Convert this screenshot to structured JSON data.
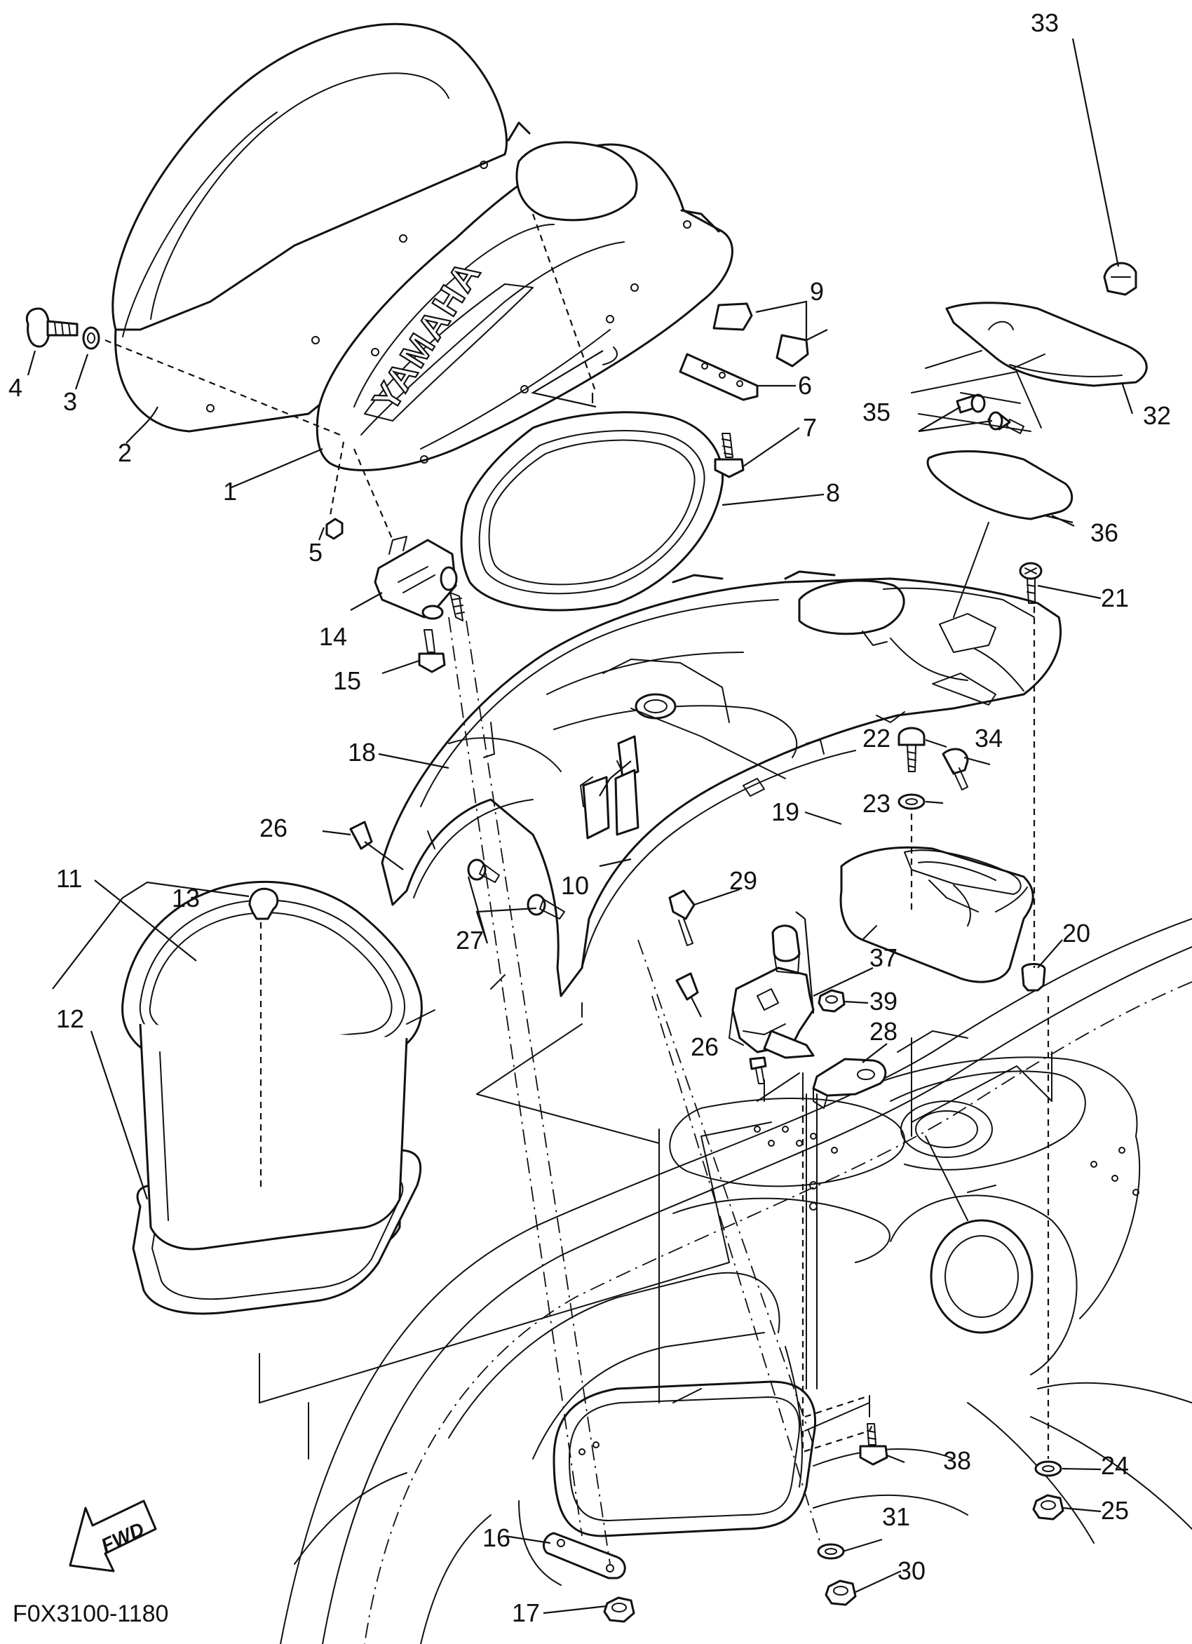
{
  "brand_text": "YAMAHA",
  "fwd_text": "FWD",
  "diagram_code": "F0X3100-1180",
  "callouts": [
    {
      "id": "p1",
      "text": "1"
    },
    {
      "id": "p2",
      "text": "2"
    },
    {
      "id": "p3",
      "text": "3"
    },
    {
      "id": "p4",
      "text": "4"
    },
    {
      "id": "p5",
      "text": "5"
    },
    {
      "id": "p6",
      "text": "6"
    },
    {
      "id": "p7",
      "text": "7"
    },
    {
      "id": "p8",
      "text": "8"
    },
    {
      "id": "p9",
      "text": "9"
    },
    {
      "id": "p10",
      "text": "10"
    },
    {
      "id": "p11",
      "text": "11"
    },
    {
      "id": "p12",
      "text": "12"
    },
    {
      "id": "p13",
      "text": "13"
    },
    {
      "id": "p14",
      "text": "14"
    },
    {
      "id": "p15",
      "text": "15"
    },
    {
      "id": "p16",
      "text": "16"
    },
    {
      "id": "p17",
      "text": "17"
    },
    {
      "id": "p18",
      "text": "18"
    },
    {
      "id": "p19",
      "text": "19"
    },
    {
      "id": "p20",
      "text": "20"
    },
    {
      "id": "p21",
      "text": "21"
    },
    {
      "id": "p22",
      "text": "22"
    },
    {
      "id": "p23",
      "text": "23"
    },
    {
      "id": "p24",
      "text": "24"
    },
    {
      "id": "p25",
      "text": "25"
    },
    {
      "id": "p26a",
      "text": "26"
    },
    {
      "id": "p26b",
      "text": "26"
    },
    {
      "id": "p27",
      "text": "27"
    },
    {
      "id": "p28",
      "text": "28"
    },
    {
      "id": "p29",
      "text": "29"
    },
    {
      "id": "p30",
      "text": "30"
    },
    {
      "id": "p31",
      "text": "31"
    },
    {
      "id": "p32",
      "text": "32"
    },
    {
      "id": "p33",
      "text": "33"
    },
    {
      "id": "p34",
      "text": "34"
    },
    {
      "id": "p35",
      "text": "35"
    },
    {
      "id": "p36",
      "text": "36"
    },
    {
      "id": "p37",
      "text": "37"
    },
    {
      "id": "p38",
      "text": "38"
    },
    {
      "id": "p39",
      "text": "39"
    }
  ]
}
